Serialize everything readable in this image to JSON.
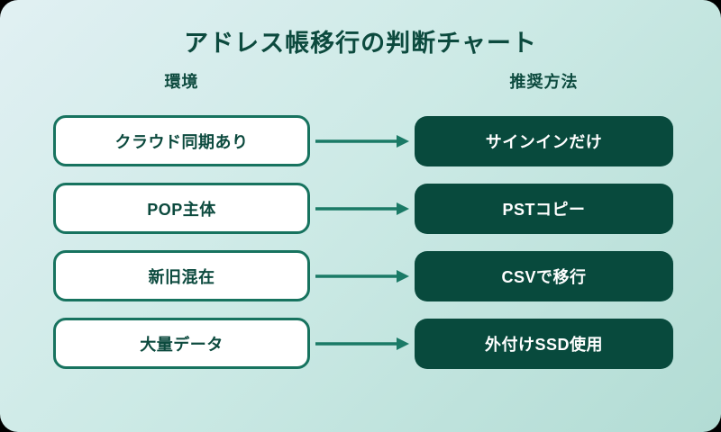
{
  "title": "アドレス帳移行の判断チャート",
  "columns": {
    "left_header": "環境",
    "right_header": "推奨方法"
  },
  "rows": [
    {
      "environment": "クラウド同期あり",
      "method": "サインインだけ"
    },
    {
      "environment": "POP主体",
      "method": "PSTコピー"
    },
    {
      "environment": "新旧混在",
      "method": "CSVで移行"
    },
    {
      "environment": "大量データ",
      "method": "外付けSSD使用"
    }
  ],
  "icons": {
    "arrow": "right-arrow"
  },
  "colors": {
    "background_gradient_start": "#e1f0f3",
    "background_gradient_end": "#b2dcd4",
    "outer_corner": "#000000",
    "dark_box": "#084a3d",
    "white_box": "#ffffff",
    "box_border": "#17735f",
    "arrow": "#1a7a66",
    "heading_text": "#0c4a3e",
    "dark_box_text": "#ffffff"
  }
}
